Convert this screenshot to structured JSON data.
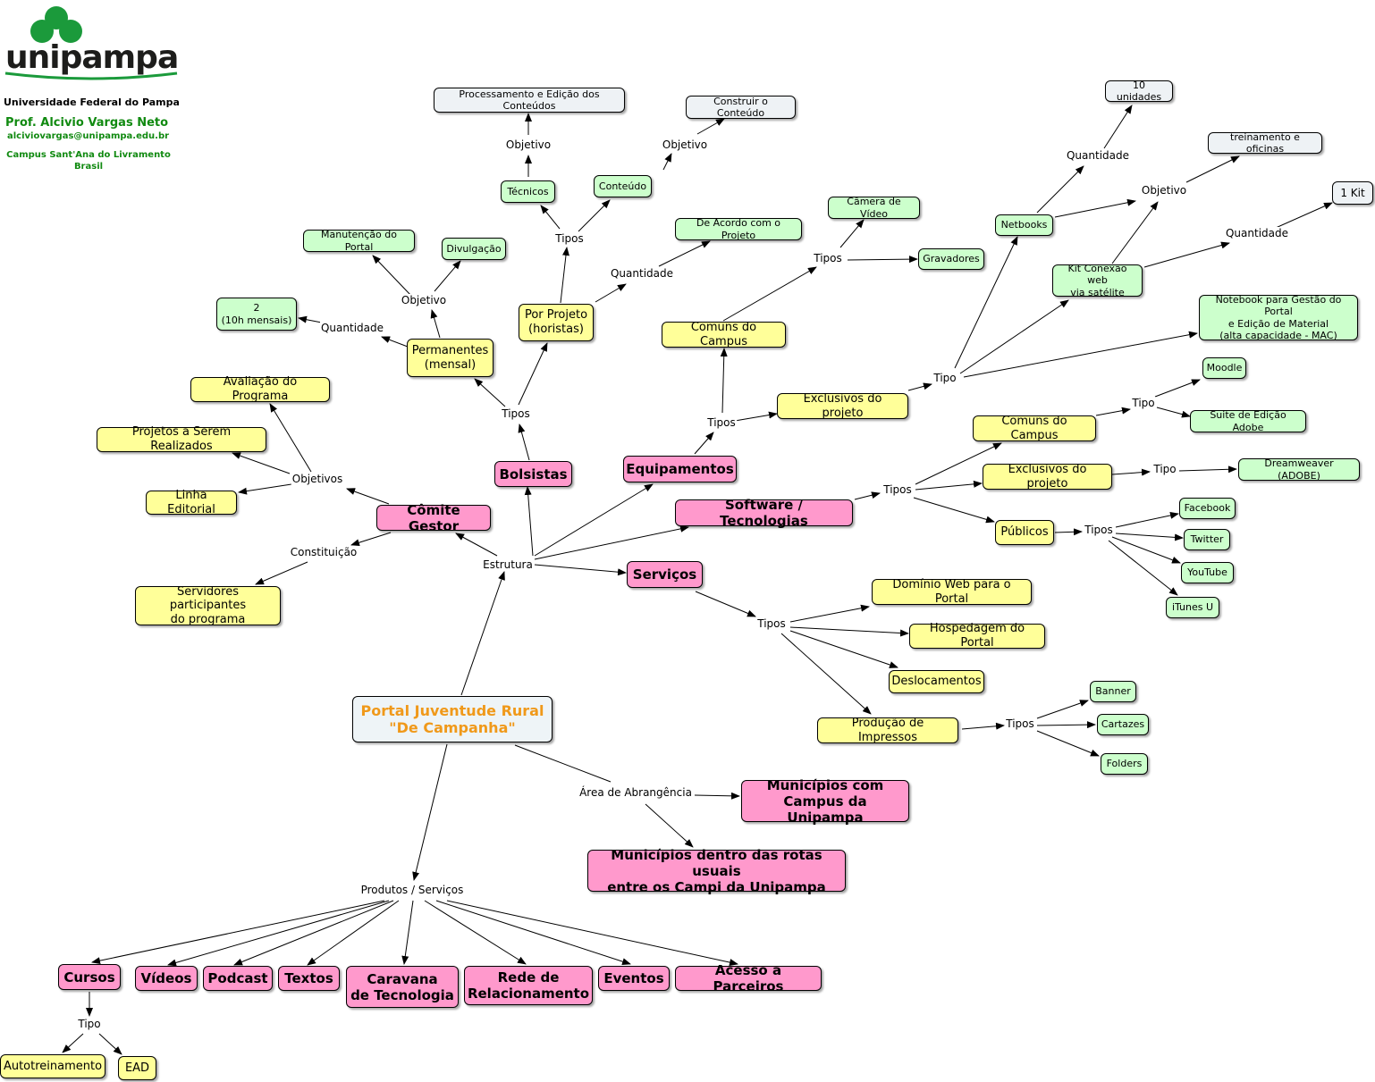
{
  "header": {
    "brand": "unipampa",
    "university": "Universidade Federal do Pampa",
    "professor": "Prof. Alcivio Vargas Neto",
    "email": "alciviovargas@unipampa.edu.br",
    "campus": "Campus Sant'Ana do Livramento",
    "country": "Brasil"
  },
  "colors": {
    "root_text": "#f0991a",
    "pink": "#ff99cc",
    "yellow": "#ffff99",
    "green": "#ccffcc",
    "gray": "#eef2f5",
    "brand_green": "#118a11"
  },
  "nodes": {
    "root": "Portal Juventude Rural\n\"De Campanha\"",
    "bolsistas": "Bolsistas",
    "equipamentos": "Equipamentos",
    "software": "Software / Tecnologias",
    "servicos": "Serviços",
    "comite": "Cômite Gestor",
    "municipios_campus": "Municípios com\nCampus da Unipampa",
    "municipios_rotas": "Municípios dentro das rotas usuais\nentre os Campi da Unipampa",
    "cursos": "Cursos",
    "videos": "Vídeos",
    "podcast": "Podcast",
    "textos": "Textos",
    "caravana": "Caravana\nde Tecnologia",
    "rede": "Rede de\nRelacionamento",
    "eventos": "Eventos",
    "acesso": "Acesso a Parceiros",
    "autotreinamento": "Autotreinamento",
    "ead": "EAD",
    "servidores": "Servidores participantes\ndo programa",
    "linha_editorial": "Linha Editorial",
    "projetos": "Projetos a Serem Realizados",
    "avaliacao": "Avaliação do Programa",
    "permanentes": "Permanentes\n(mensal)",
    "por_projeto": "Por Projeto\n(horistas)",
    "dois": "2\n(10h mensais)",
    "manutencao": "Manutenção do Portal",
    "divulgacao": "Divulgação",
    "tecnicos": "Técnicos",
    "conteudo": "Conteúdo",
    "processamento": "Processamento e Edição dos Conteúdos",
    "construir": "Construir o Conteúdo",
    "de_acordo": "De Acordo com o Projeto",
    "comuns_campus_eq": "Comuns do Campus",
    "exclusivos_eq": "Exclusivos do projeto",
    "camera": "Câmera de Vídeo",
    "gravadores": "Gravadores",
    "netbooks": "Netbooks",
    "kit": "Kit Conexão web\nvia satélite",
    "notebook": "Notebook para Gestão do Portal\ne Edição de Material\n(alta capacidade - MAC)",
    "dez_unidades": "10 unidades",
    "treinamento": "treinamento e oficinas",
    "um_kit": "1 Kit",
    "comuns_campus_sw": "Comuns do Campus",
    "exclusivos_sw": "Exclusivos do projeto",
    "publicos": "Públicos",
    "moodle": "Moodle",
    "suite": "Suite de Edição Adobe",
    "dreamweaver": "Dreamweaver (ADOBE)",
    "facebook": "Facebook",
    "twitter": "Twitter",
    "youtube": "YouTube",
    "itunes": "iTunes U",
    "dominio": "Domínio Web para o Portal",
    "hospedagem": "Hospedagem do Portal",
    "deslocamentos": "Deslocamentos",
    "impressos": "Produção de Impressos",
    "banner": "Banner",
    "cartazes": "Cartazes",
    "folders": "Folders"
  },
  "labels": {
    "estrutura": "Estrutura",
    "area": "Área de Abrangência",
    "produtos": "Produtos / Serviços",
    "tipo_cursos": "Tipo",
    "constituicao": "Constituição",
    "objetivos_comite": "Objetivos",
    "tipos_bolsistas": "Tipos",
    "quantidade_perm": "Quantidade",
    "objetivo_perm": "Objetivo",
    "tipos_proj": "Tipos",
    "quantidade_proj": "Quantidade",
    "objetivo_tec": "Objetivo",
    "objetivo_cont": "Objetivo",
    "tipos_eq": "Tipos",
    "tipos_comuns_eq": "Tipos",
    "tipo_excl_eq": "Tipo",
    "quantidade_net": "Quantidade",
    "objetivo_kit": "Objetivo",
    "quantidade_kit": "Quantidade",
    "tipos_sw": "Tipos",
    "tipo_comuns_sw": "Tipo",
    "tipo_excl_sw": "Tipo",
    "tipos_pub": "Tipos",
    "tipos_serv": "Tipos",
    "tipos_imp": "Tipos"
  }
}
